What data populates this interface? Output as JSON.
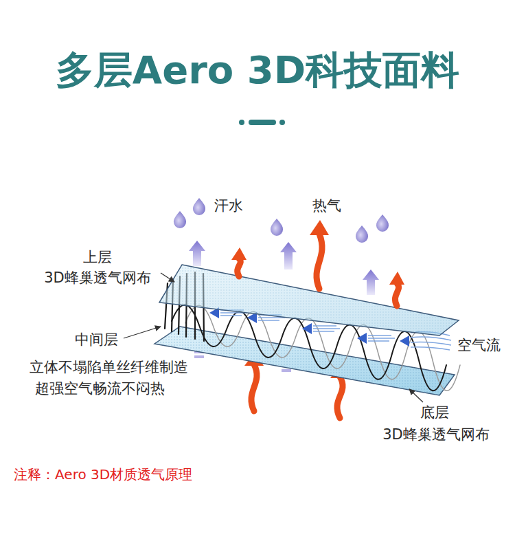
{
  "diagram": {
    "title": "多层Aero 3D科技面料",
    "caption": "注释：Aero 3D材质透气原理",
    "labels": [
      "汗水",
      "热气",
      "上层",
      "3D蜂巢透气网布",
      "中间层",
      "立体不塌陷单丝纤维制造",
      "超强空气畅流不闷热",
      "空气流",
      "底层",
      "3D蜂巢透气网布"
    ]
  }
}
